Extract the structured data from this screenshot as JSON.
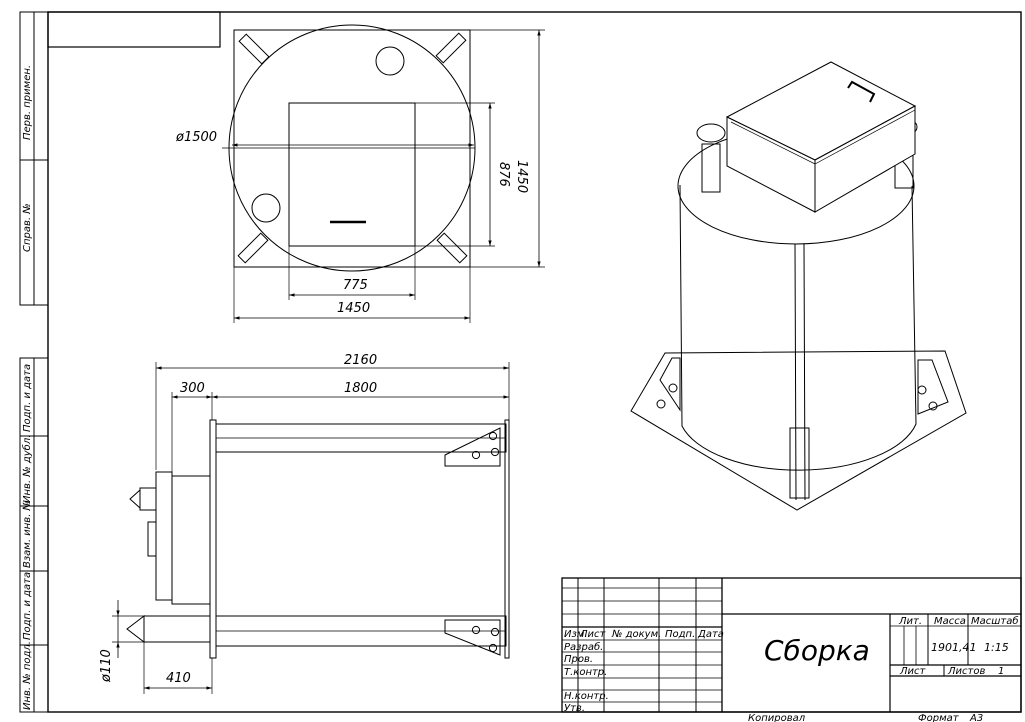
{
  "top_view": {
    "dim_diameter": "ø1500",
    "dim_inner_width": "775",
    "dim_outer_width": "1450",
    "dim_inner_height": "876",
    "dim_outer_height": "1450"
  },
  "side_view": {
    "dim_total": "2160",
    "dim_offset": "300",
    "dim_body": "1800",
    "dim_pipe_diameter": "ø110",
    "dim_pipe_length": "410"
  },
  "side_strip": {
    "labels": [
      "Перв. примен.",
      "Справ. №",
      "Подп. и дата",
      "Инв. № дубл.",
      "Взам. инв. №",
      "Подп. и дата",
      "Инв. № подл."
    ]
  },
  "title_block": {
    "title": "Сборка",
    "col_headers": [
      "Изм.",
      "Лист",
      "№ докум.",
      "Подп.",
      "Дата"
    ],
    "row_labels": [
      "Разраб.",
      "Пров.",
      "Т.контр.",
      "Н.контр.",
      "Утв."
    ],
    "lit_label": "Лит.",
    "mass_label": "Масса",
    "scale_label": "Масштаб",
    "mass_value": "1901,41",
    "scale_value": "1:15",
    "sheet_label": "Лист",
    "sheets_label": "Листов",
    "sheets_value": "1",
    "copied_label": "Копировал",
    "format_label": "Формат",
    "format_value": "А3"
  }
}
